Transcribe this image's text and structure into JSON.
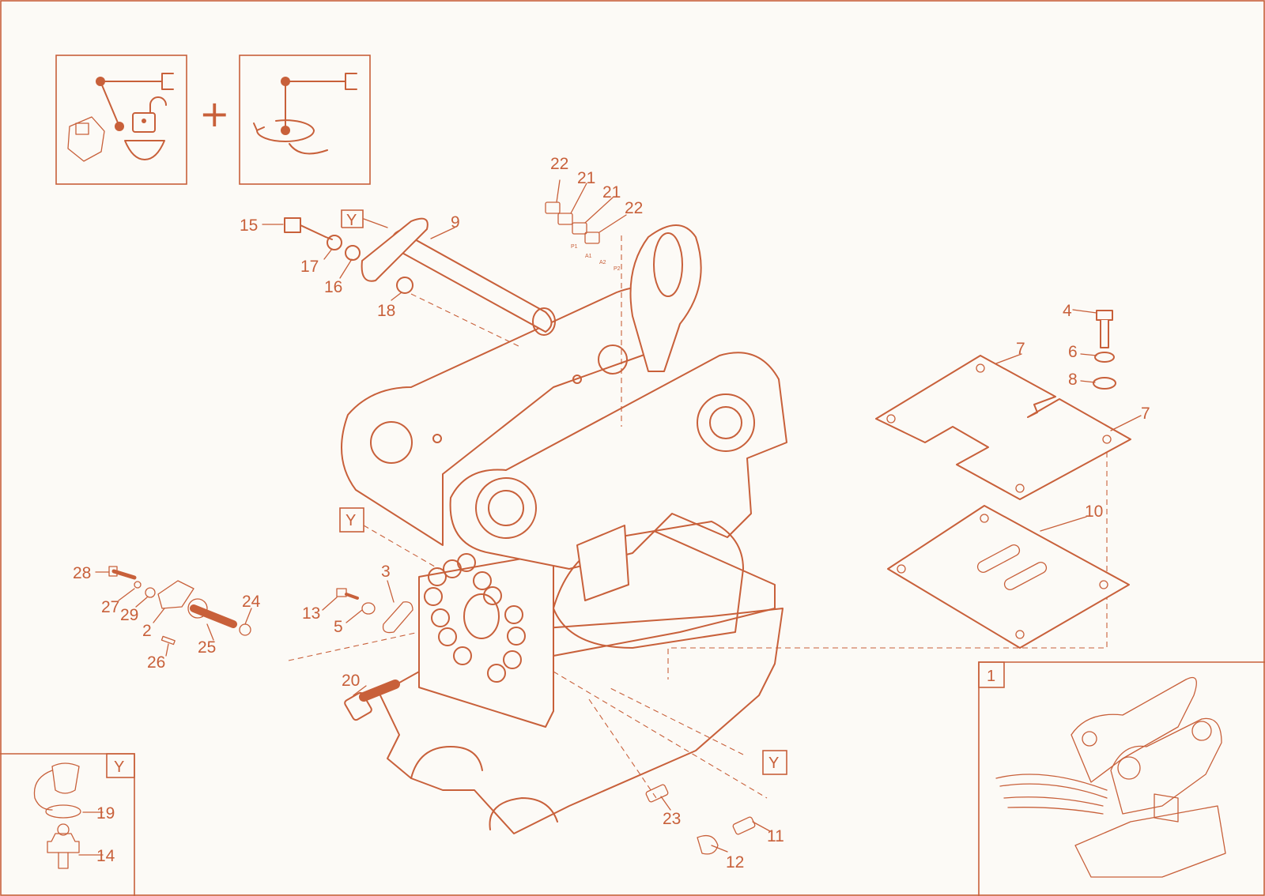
{
  "diagram": {
    "symbols": {
      "plus": "+"
    },
    "frame_labels": {
      "detail_a": "Y",
      "detail_b": "Y",
      "detail_c": "Y",
      "detail_key": "Y",
      "overview": "1"
    },
    "port_labels": {
      "p1": "P1",
      "a1": "A1",
      "a2": "A2",
      "p2": "P2"
    },
    "callouts": {
      "c22a": "22",
      "c21a": "21",
      "c21b": "21",
      "c22b": "22",
      "c9": "9",
      "c15": "15",
      "c17": "17",
      "c16": "16",
      "c18": "18",
      "c4": "4",
      "c6": "6",
      "c7a": "7",
      "c8": "8",
      "c7b": "7",
      "c10": "10",
      "c28": "28",
      "c27": "27",
      "c29": "29",
      "c2": "2",
      "c26": "26",
      "c25": "25",
      "c24": "24",
      "c13": "13",
      "c5": "5",
      "c3": "3",
      "c20": "20",
      "c23": "23",
      "c11": "11",
      "c12": "12",
      "c19": "19",
      "c14": "14"
    },
    "colors": {
      "line": "#c8603a",
      "background": "#fcfaf6"
    },
    "icons": [
      "operator-switch-unlock-icon",
      "tilt-rotate-icon"
    ]
  }
}
